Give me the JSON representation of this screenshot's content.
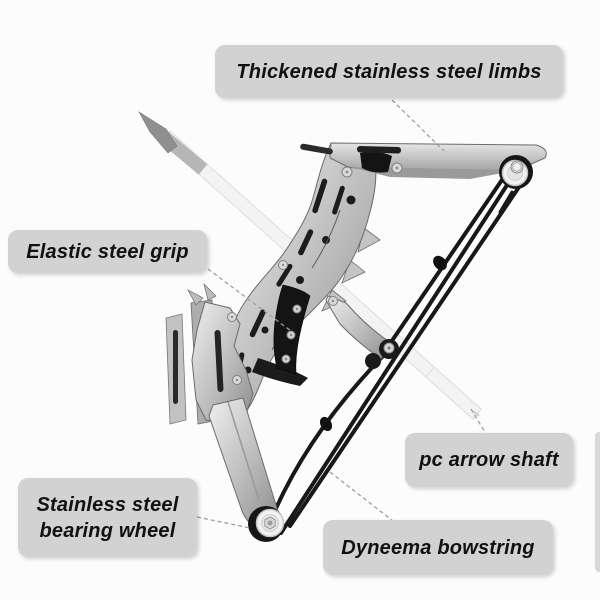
{
  "image_type": "annotated-product-diagram",
  "subject": "mini compound bow",
  "callouts": {
    "limbs": {
      "label": "Thickened stainless steel limbs"
    },
    "grip": {
      "label": "Elastic steel grip"
    },
    "bearing_wheel": {
      "line1": "Stainless steel",
      "line2": "bearing wheel"
    },
    "arrow_shaft": {
      "label": "pc arrow shaft"
    },
    "bowstring": {
      "label": "Dyneema bowstring"
    }
  },
  "colors": {
    "background": "#fcfcfc",
    "callout_bg": "#d2d2d2",
    "callout_text": "#111111",
    "leader_line": "#9f9f9f",
    "bowstring": "#181818",
    "grip": "#141414",
    "metal_light": "#ececec",
    "metal_mid": "#b9b9b9",
    "metal_dark": "#8d8d8d",
    "wheel_white": "#f2f2f2"
  }
}
